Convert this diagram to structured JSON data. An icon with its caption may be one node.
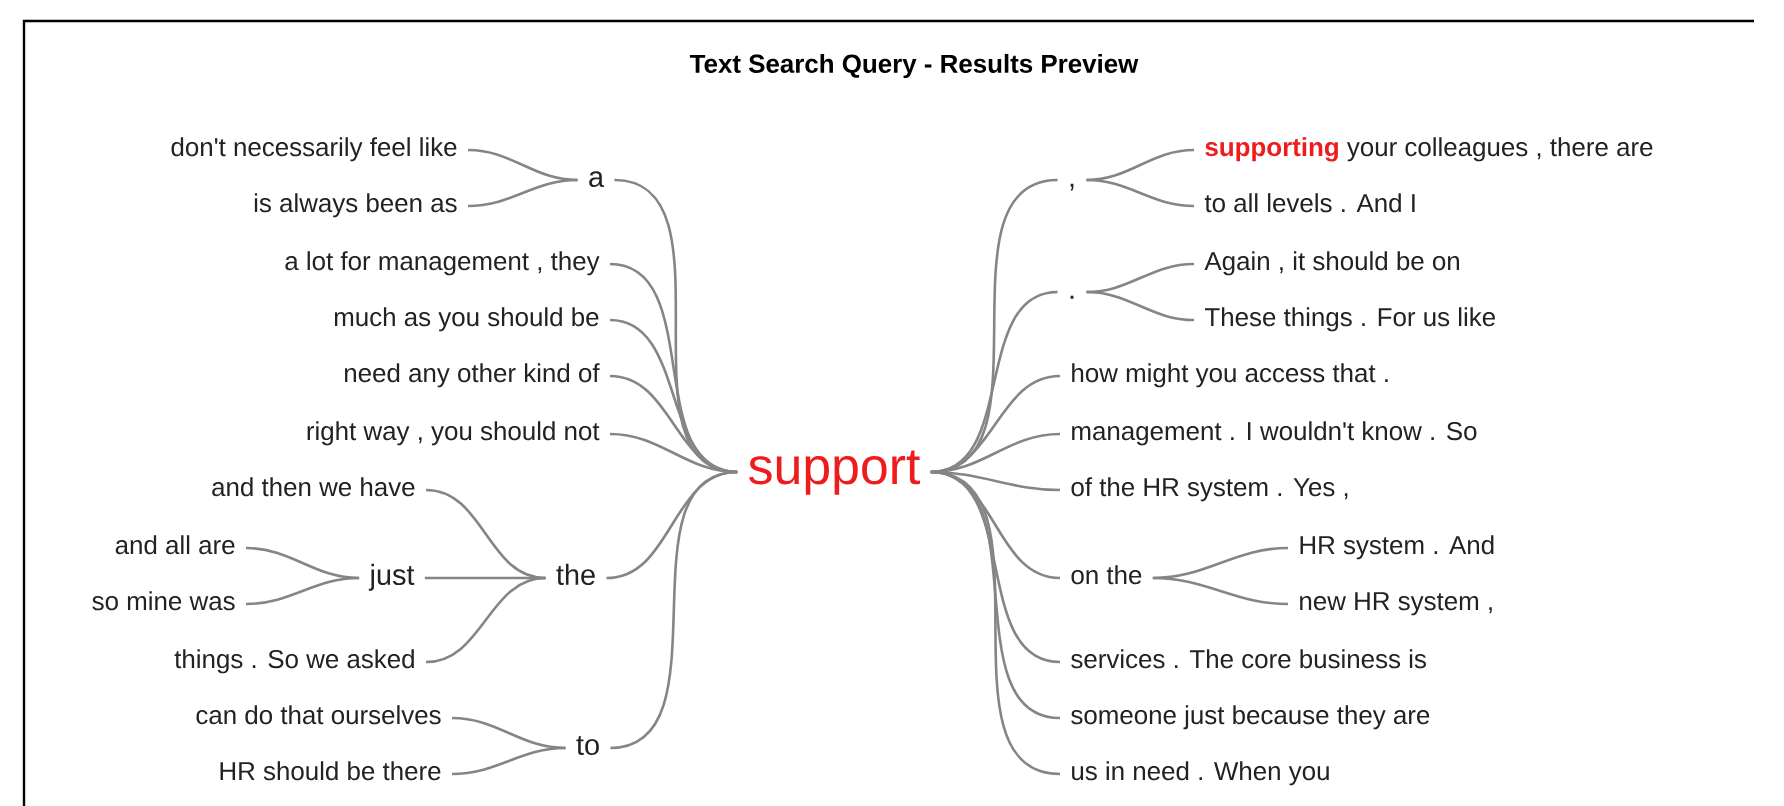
{
  "diagram": {
    "title": "Text Search Query - Results Preview",
    "nodes": [
      {
        "text": [
          "support"
        ]
      },
      {
        "text": [
          "a"
        ]
      },
      {
        "text": [
          "don't necessarily feel like"
        ]
      },
      {
        "text": [
          "is always been as"
        ]
      },
      {
        "text": [
          "a lot for management , they"
        ]
      },
      {
        "text": [
          "much as you should be"
        ]
      },
      {
        "text": [
          "need any other kind of"
        ]
      },
      {
        "text": [
          "right way , you should not"
        ]
      },
      {
        "text": [
          "the"
        ]
      },
      {
        "text": [
          "and then we have"
        ]
      },
      {
        "text": [
          "just"
        ]
      },
      {
        "text": [
          "and all are"
        ]
      },
      {
        "text": [
          "so mine was"
        ]
      },
      {
        "text": [
          "things . So we asked"
        ]
      },
      {
        "text": [
          "to"
        ]
      },
      {
        "text": [
          "can do that ourselves"
        ]
      },
      {
        "text": [
          "HR should be there"
        ]
      },
      {
        "text": [
          ","
        ]
      },
      {
        "text": [
          "supporting",
          "your colleagues , there are"
        ]
      },
      {
        "text": [
          "to all levels . And I"
        ]
      },
      {
        "text": [
          "."
        ]
      },
      {
        "text": [
          "Again , it should be on"
        ]
      },
      {
        "text": [
          "These things . For us like"
        ]
      },
      {
        "text": [
          "how might you access that ."
        ]
      },
      {
        "text": [
          "management . I wouldn't know . So"
        ]
      },
      {
        "text": [
          "of the HR system . Yes ,"
        ]
      },
      {
        "text": [
          "on the"
        ]
      },
      {
        "text": [
          "HR system . And"
        ]
      },
      {
        "text": [
          "new HR system ,"
        ]
      },
      {
        "text": [
          "services . The core business is"
        ]
      },
      {
        "text": [
          "someone just because they are"
        ]
      },
      {
        "text": [
          "us in need . When you"
        ]
      }
    ],
    "edges": [
      {
        "from": 0,
        "to": 1,
        "arrow": "none"
      },
      {
        "from": 1,
        "to": 2,
        "arrow": "none"
      },
      {
        "from": 1,
        "to": 3,
        "arrow": "none"
      },
      {
        "from": 0,
        "to": 4,
        "arrow": "none"
      },
      {
        "from": 0,
        "to": 5,
        "arrow": "none"
      },
      {
        "from": 0,
        "to": 6,
        "arrow": "none"
      },
      {
        "from": 0,
        "to": 7,
        "arrow": "none"
      },
      {
        "from": 0,
        "to": 8,
        "arrow": "none"
      },
      {
        "from": 8,
        "to": 9,
        "arrow": "none"
      },
      {
        "from": 8,
        "to": 10,
        "arrow": "none"
      },
      {
        "from": 10,
        "to": 11,
        "arrow": "none"
      },
      {
        "from": 10,
        "to": 12,
        "arrow": "none"
      },
      {
        "from": 8,
        "to": 13,
        "arrow": "none"
      },
      {
        "from": 0,
        "to": 14,
        "arrow": "none"
      },
      {
        "from": 14,
        "to": 15,
        "arrow": "none"
      },
      {
        "from": 14,
        "to": 16,
        "arrow": "none"
      },
      {
        "from": 0,
        "to": 17,
        "arrow": "none"
      },
      {
        "from": 17,
        "to": 18,
        "arrow": "none"
      },
      {
        "from": 17,
        "to": 19,
        "arrow": "none"
      },
      {
        "from": 0,
        "to": 20,
        "arrow": "none"
      },
      {
        "from": 20,
        "to": 21,
        "arrow": "none"
      },
      {
        "from": 20,
        "to": 22,
        "arrow": "none"
      },
      {
        "from": 0,
        "to": 23,
        "arrow": "none"
      },
      {
        "from": 0,
        "to": 24,
        "arrow": "none"
      },
      {
        "from": 0,
        "to": 25,
        "arrow": "none"
      },
      {
        "from": 0,
        "to": 26,
        "arrow": "none"
      },
      {
        "from": 26,
        "to": 27,
        "arrow": "none"
      },
      {
        "from": 26,
        "to": 28,
        "arrow": "none"
      },
      {
        "from": 0,
        "to": 29,
        "arrow": "none"
      },
      {
        "from": 0,
        "to": 30,
        "arrow": "none"
      },
      {
        "from": 0,
        "to": 31,
        "arrow": "none"
      }
    ]
  }
}
